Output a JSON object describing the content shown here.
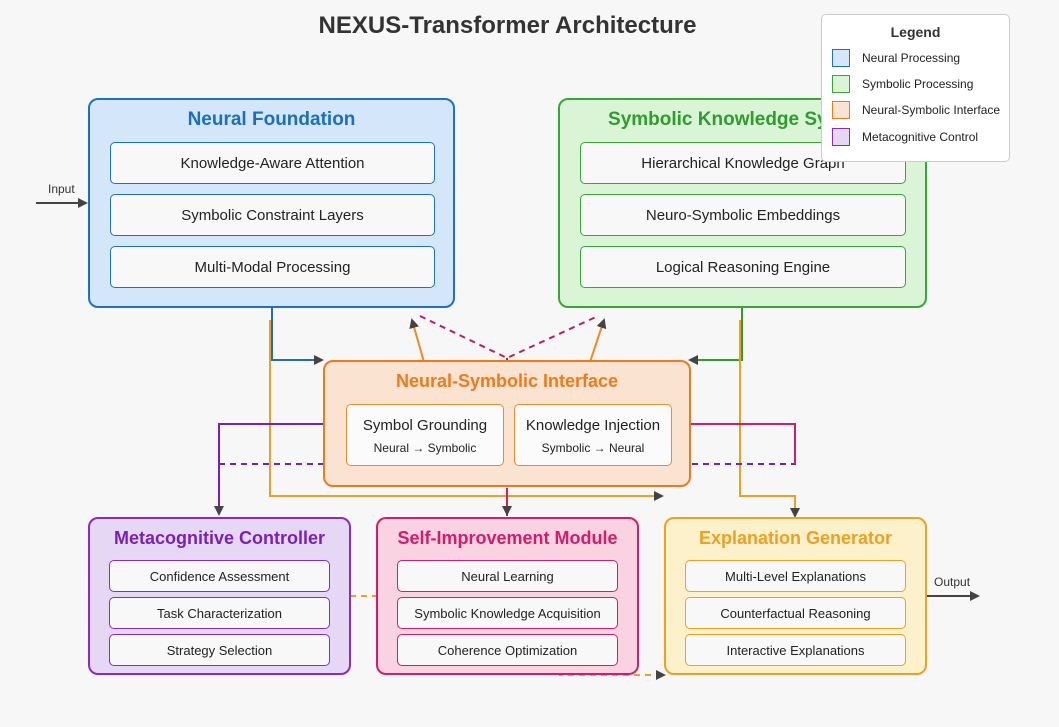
{
  "title": "NEXUS-Transformer Architecture",
  "io": {
    "input": "Input",
    "output": "Output"
  },
  "neural_foundation": {
    "title": "Neural Foundation",
    "items": [
      "Knowledge-Aware Attention",
      "Symbolic Constraint Layers",
      "Multi-Modal Processing"
    ]
  },
  "symbolic_knowledge": {
    "title": "Symbolic Knowledge System",
    "items": [
      "Hierarchical Knowledge Graph",
      "Neuro-Symbolic Embeddings",
      "Logical Reasoning Engine"
    ]
  },
  "interface": {
    "title": "Neural-Symbolic Interface",
    "symbol_grounding": {
      "title": "Symbol Grounding",
      "subtitle": "Neural → Symbolic"
    },
    "knowledge_injection": {
      "title": "Knowledge Injection",
      "subtitle": "Symbolic → Neural"
    }
  },
  "metacognitive": {
    "title": "Metacognitive Controller",
    "items": [
      "Confidence Assessment",
      "Task Characterization",
      "Strategy Selection"
    ]
  },
  "self_improvement": {
    "title": "Self-Improvement Module",
    "items": [
      "Neural Learning",
      "Symbolic Knowledge Acquisition",
      "Coherence Optimization"
    ]
  },
  "explanation": {
    "title": "Explanation Generator",
    "items": [
      "Multi-Level Explanations",
      "Counterfactual Reasoning",
      "Interactive Explanations"
    ]
  },
  "legend": {
    "title": "Legend",
    "entries": [
      {
        "label": "Neural Processing",
        "fill": "#d4e6fa",
        "stroke": "#1a73c7"
      },
      {
        "label": "Symbolic Processing",
        "fill": "#d9f5d6",
        "stroke": "#35a835"
      },
      {
        "label": "Neural-Symbolic Interface",
        "fill": "#fbe3d1",
        "stroke": "#f07a1a"
      },
      {
        "label": "Metacognitive Control",
        "fill": "#e6d8f4",
        "stroke": "#8a2bc7"
      }
    ]
  },
  "colors": {
    "neural": "#1a6fc0",
    "symbolic": "#2e9d2e",
    "interface": "#f07a1a",
    "metacognitive": "#7a1fbf",
    "self_improvement": "#d61a6c",
    "explanation": "#f0a020"
  }
}
